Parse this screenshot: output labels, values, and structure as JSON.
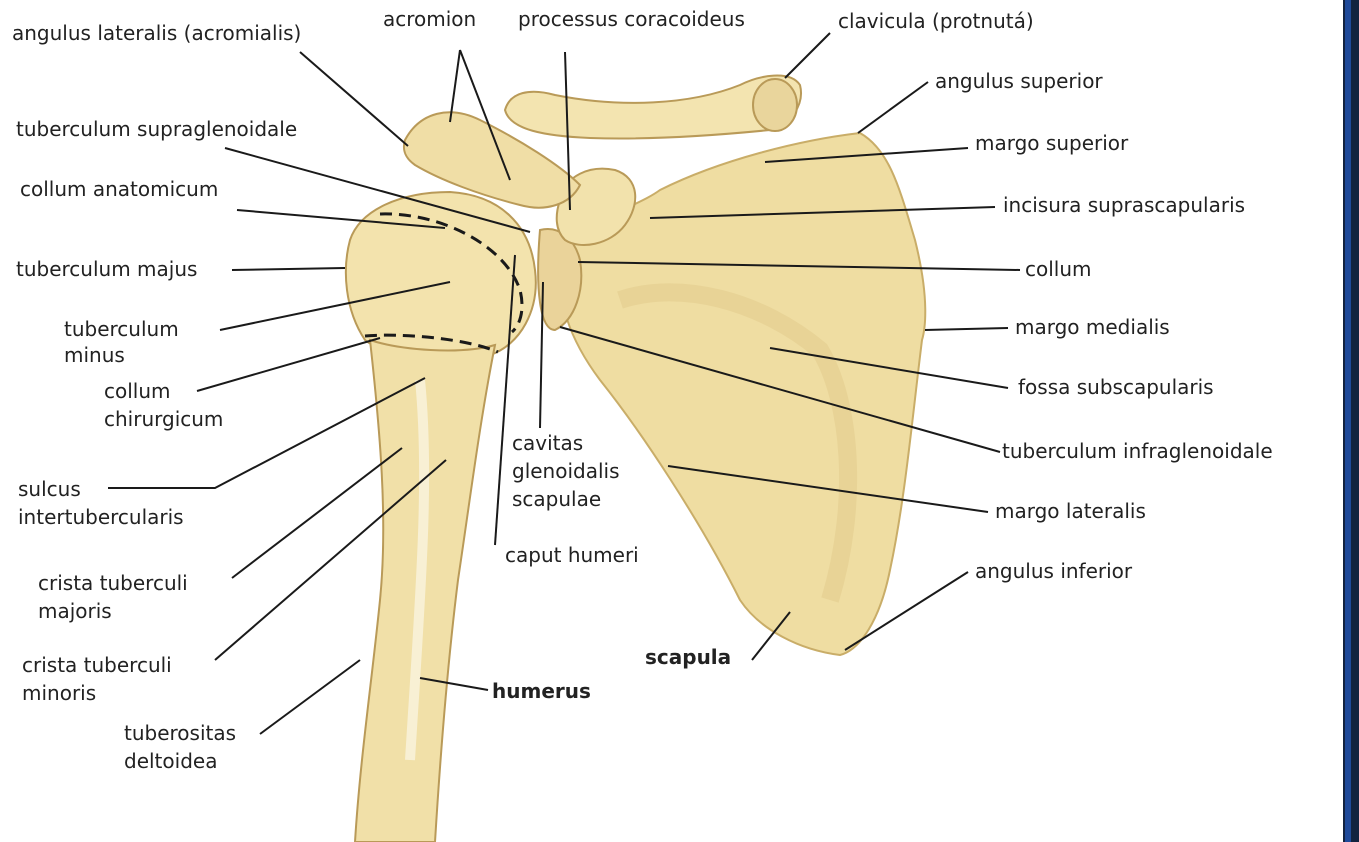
{
  "colors": {
    "bone": "#f0dfa6",
    "bone_shadow": "#d6bd79",
    "line": "#1a1a1a",
    "frame": "#1e4a9a"
  },
  "labels": {
    "angulus_lateralis": "angulus lateralis (acromialis)",
    "acromion": "acromion",
    "processus_coracoideus": "processus coracoideus",
    "clavicula": "clavicula (protnutá)",
    "angulus_superior": "angulus superior",
    "tuberculum_supraglenoidale": "tuberculum supraglenoidale",
    "margo_superior": "margo superior",
    "collum_anatomicum": "collum anatomicum",
    "incisura_suprascapularis": "incisura suprascapularis",
    "tuberculum_majus": "tuberculum majus",
    "collum": "collum",
    "tuberculum_minus_1": "tuberculum",
    "tuberculum_minus_2": "minus",
    "margo_medialis": "margo medialis",
    "collum_chirurgicum_1": "collum",
    "collum_chirurgicum_2": "chirurgicum",
    "fossa_subscapularis": "fossa subscapularis",
    "cavitas_1": "cavitas",
    "cavitas_2": "glenoidalis",
    "cavitas_3": "scapulae",
    "tuberculum_infraglenoidale": "tuberculum infraglenoidale",
    "sulcus_1": "sulcus",
    "sulcus_2": "intertubercularis",
    "margo_lateralis": "margo lateralis",
    "caput_humeri": "caput humeri",
    "crista_majoris_1": "crista tuberculi",
    "crista_majoris_2": "majoris",
    "angulus_inferior": "angulus inferior",
    "crista_minoris_1": "crista tuberculi",
    "crista_minoris_2": "minoris",
    "scapula": "scapula",
    "humerus": "humerus",
    "tuberositas_1": "tuberositas",
    "tuberositas_2": "deltoidea"
  }
}
